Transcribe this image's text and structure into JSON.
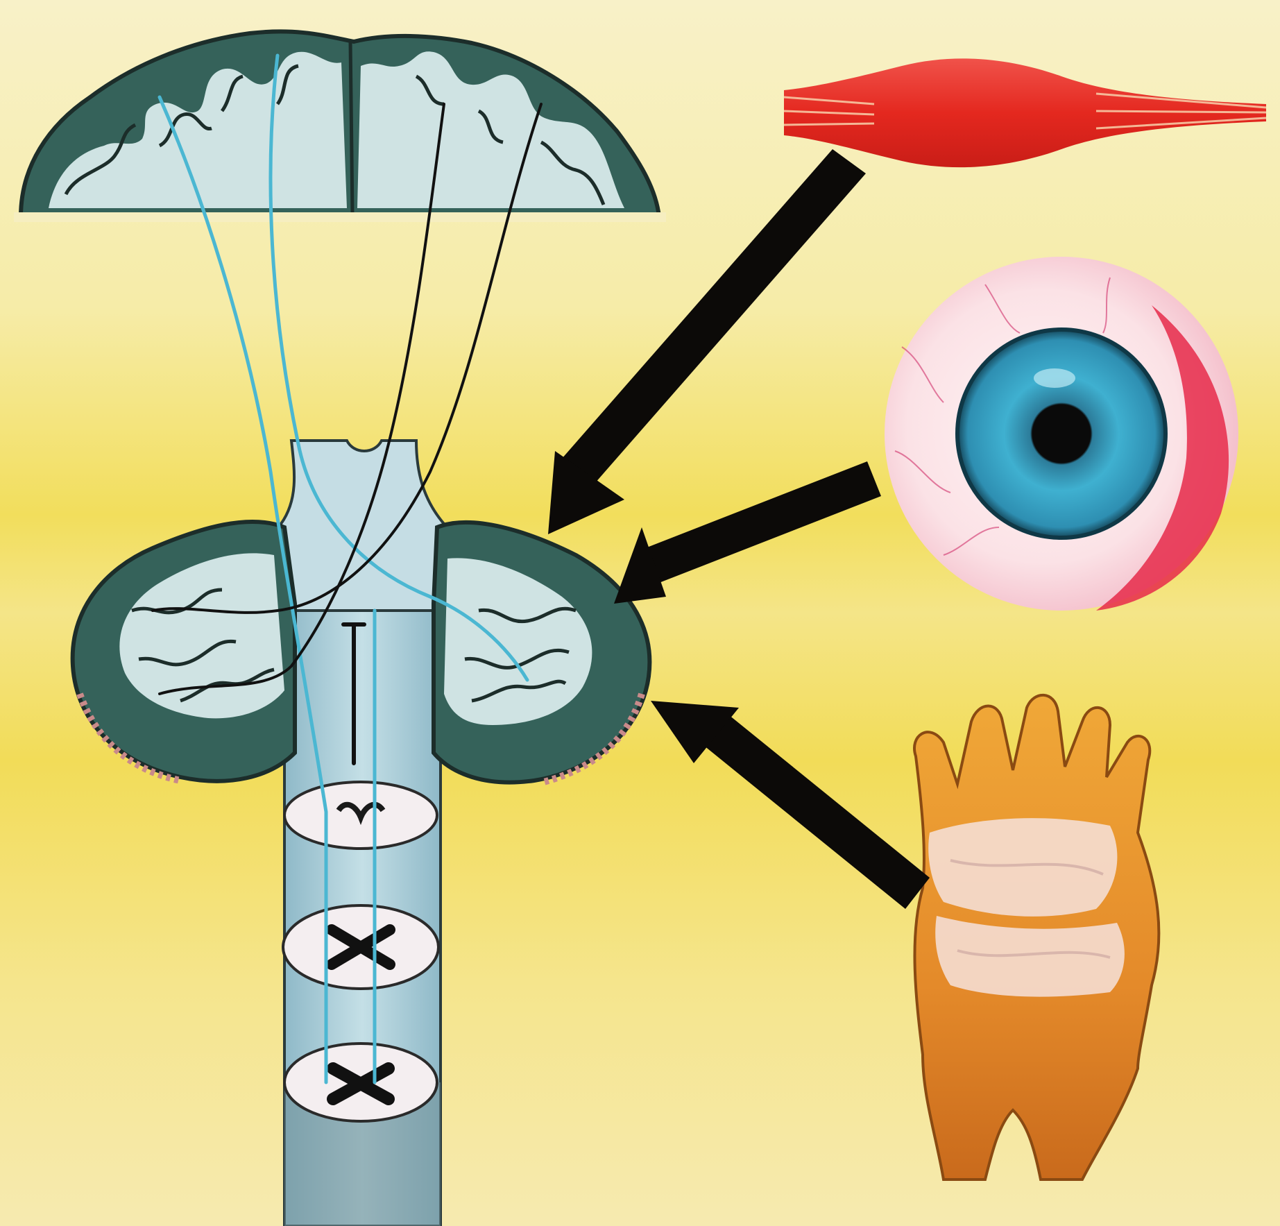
{
  "illustration": {
    "colors": {
      "background_light": "#f8f0c4",
      "background_yellow": "#f1dc55",
      "brain_gray_matter": "#35625a",
      "brain_white_matter": "#cfe3e3",
      "brain_outline": "#1c2d2a",
      "nerve_fiber_light": "#4bb7d2",
      "nerve_fiber_dark": "#111111",
      "spinal_cord": "#b9d6df",
      "muscle": "#e8322c",
      "eye_sclera": "#fbe3e6",
      "eye_vessels": "#d0306a",
      "iris": "#3aa6c8",
      "pupil": "#0b0b0b",
      "joint": "#e8962a",
      "arrow": "#0c0a08"
    },
    "icons": [
      "cerebrum-icon",
      "cerebellum-icon",
      "brainstem-icon",
      "spinal-cord-icon",
      "muscle-icon",
      "eye-icon",
      "joint-icon",
      "arrow-icon"
    ],
    "inputs": [
      {
        "name": "muscle",
        "icon": "muscle-icon",
        "target": "cerebellum-icon"
      },
      {
        "name": "eye",
        "icon": "eye-icon",
        "target": "cerebellum-icon"
      },
      {
        "name": "joint",
        "icon": "joint-icon",
        "target": "cerebellum-icon"
      }
    ]
  }
}
